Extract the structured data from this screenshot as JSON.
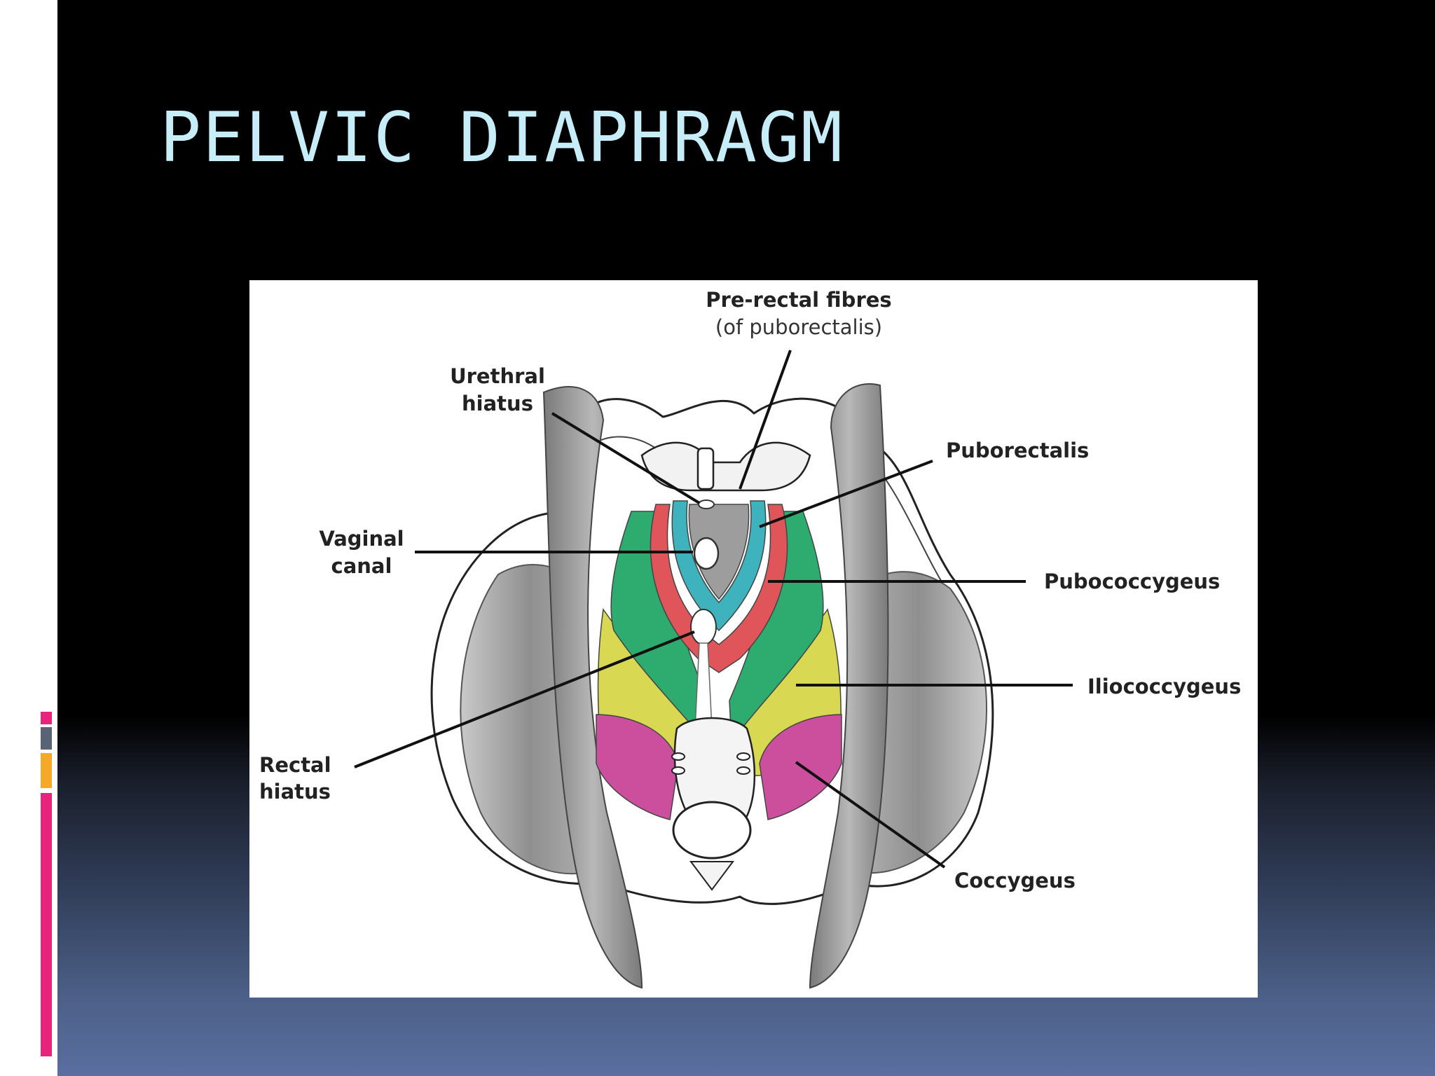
{
  "slide": {
    "title": "PELVIC DIAPHRAGM"
  },
  "diagram": {
    "labels": {
      "pre_rectal_fibres": "Pre-rectal fibres",
      "pre_rectal_fibres_sub": "(of puborectalis)",
      "urethral_hiatus_line1": "Urethral",
      "urethral_hiatus_line2": "hiatus",
      "puborectalis": "Puborectalis",
      "vaginal_canal_line1": "Vaginal",
      "vaginal_canal_line2": "canal",
      "pubococcygeus": "Pubococcygeus",
      "iliococcygeus": "Iliococcygeus",
      "rectal_hiatus_line1": "Rectal",
      "rectal_hiatus_line2": "hiatus",
      "coccygeus": "Coccygeus"
    },
    "colors": {
      "pre_rectal_fibres": "#3fb3bd",
      "puborectalis": "#e0555a",
      "pubococcygeus": "#2eab6e",
      "iliococcygeus": "#d9d853",
      "coccygeus": "#cc4f9e",
      "bone_muscle_gray": "#9a9a9a"
    }
  },
  "decor": {
    "accent_colors": [
      "#e8237b",
      "#5a6275",
      "#f4a92a",
      "#e8237b"
    ]
  }
}
